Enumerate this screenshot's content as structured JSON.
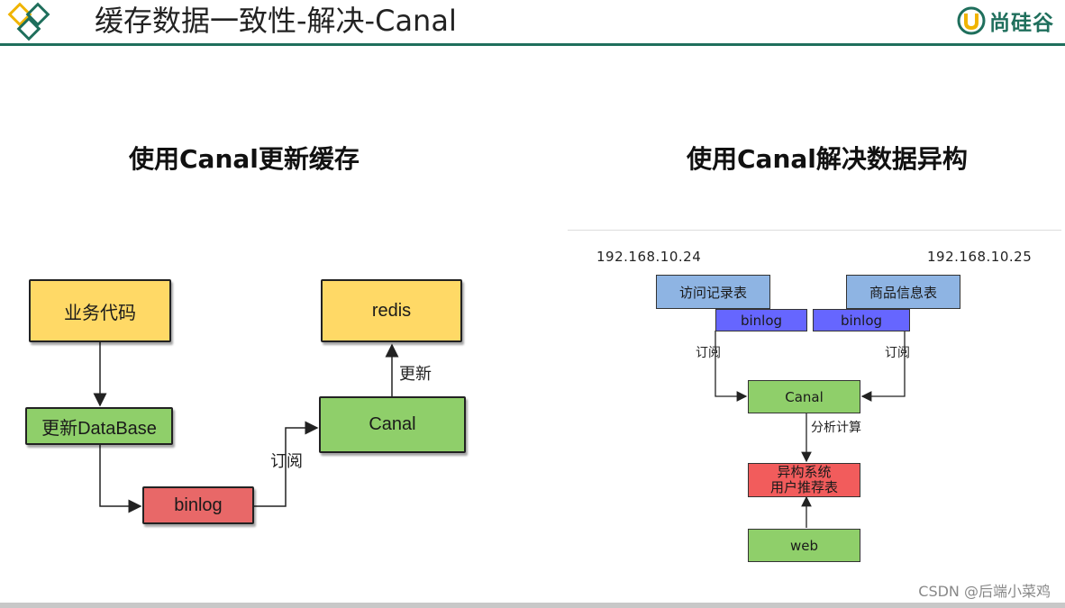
{
  "header": {
    "title": "缓存数据一致性-解决-Canal",
    "brand_text": "尚硅谷",
    "accent_color": "#1f6f5c"
  },
  "left": {
    "title": "使用Canal更新缓存",
    "nodes": {
      "business_code": "业务代码",
      "update_database": "更新DataBase",
      "binlog": "binlog",
      "canal": "Canal",
      "redis": "redis"
    },
    "labels": {
      "subscribe": "订阅",
      "update": "更新"
    }
  },
  "right": {
    "title": "使用Canal解决数据异构",
    "ip_left": "192.168.10.24",
    "ip_right": "192.168.10.25",
    "nodes": {
      "access_log_table": "访问记录表",
      "product_info_table": "商品信息表",
      "binlog_left": "binlog",
      "binlog_right": "binlog",
      "canal": "Canal",
      "hetero_line1": "异构系统",
      "hetero_line2": "用户推荐表",
      "web": "web"
    },
    "labels": {
      "subscribe_left": "订阅",
      "subscribe_right": "订阅",
      "analyze": "分析计算"
    }
  },
  "colors": {
    "yellow": "#ffd966",
    "green": "#8fcf6a",
    "red": "#e86868",
    "light_blue": "#8eb4e3",
    "dark_blue": "#6666ff"
  },
  "watermark": "CSDN @后端小菜鸡"
}
